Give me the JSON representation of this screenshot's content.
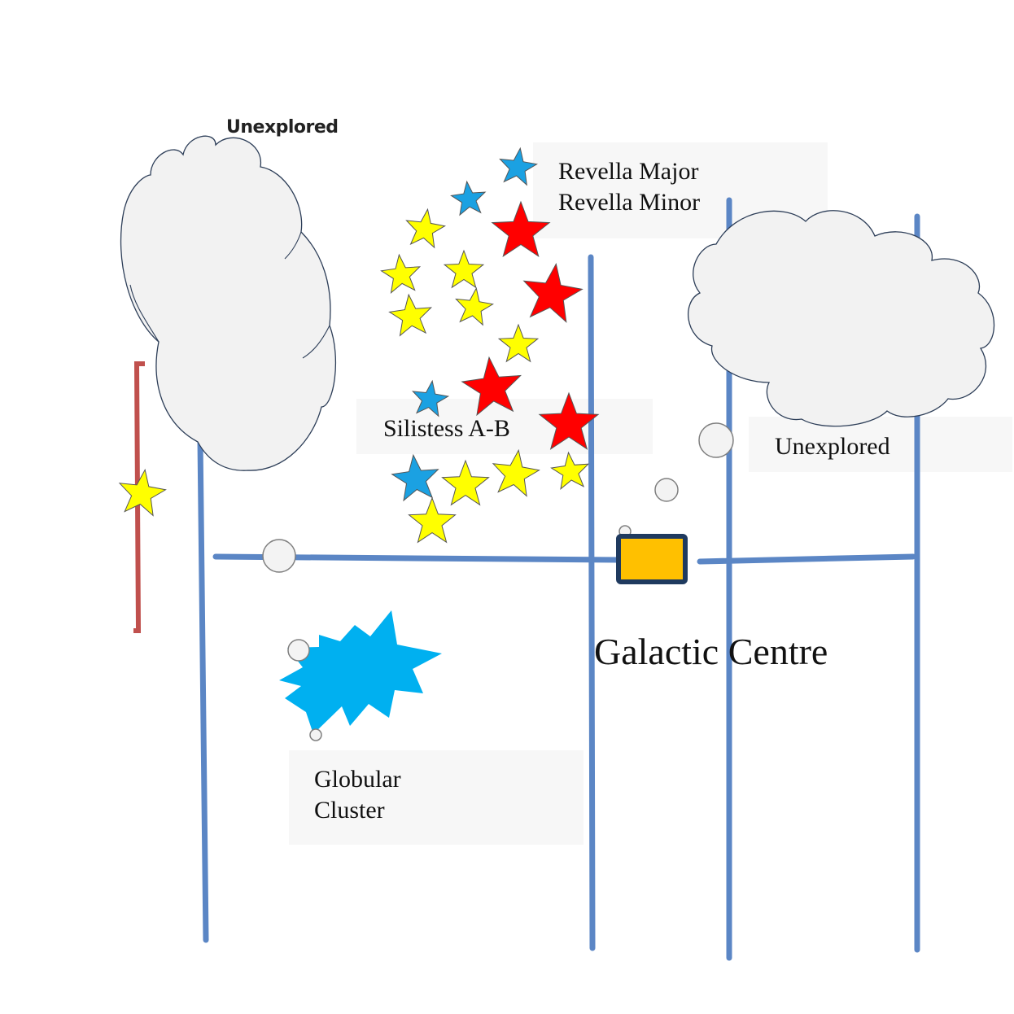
{
  "labels": {
    "unexplored_left": "Unexplored",
    "revella_major": "Revella Major",
    "revella_minor": "Revella Minor",
    "silistess": "Silistess A-B",
    "unexplored_right": "Unexplored",
    "galactic_centre": "Galactic Centre",
    "globular_line1": "Globular",
    "globular_line2": "Cluster"
  },
  "colors": {
    "route": "#5b86c5",
    "red_route": "#c0504d",
    "star_yellow": "#ffff00",
    "star_red": "#ff0000",
    "star_blue": "#1ba1e2",
    "cluster": "#00b0f0",
    "centre_fill": "#ffc000",
    "centre_border": "#1f3a5f",
    "cloud_fill": "#f2f2f2"
  },
  "icons": [
    "star-icon",
    "cloud-icon",
    "cluster-burst-icon",
    "galactic-centre-marker-icon",
    "waypoint-node-icon"
  ]
}
